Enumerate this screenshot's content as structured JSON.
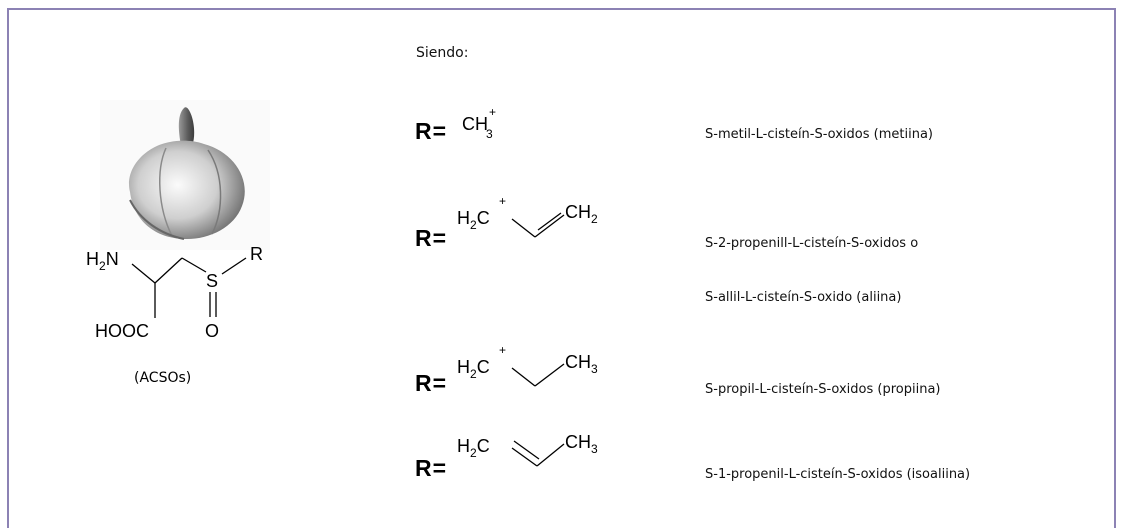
{
  "heading": "Siendo:",
  "acso_caption": "(ACSOs)",
  "core_structure": {
    "amine": [
      "H",
      "2",
      "N"
    ],
    "acid": "HOOC",
    "sulfur": "S",
    "oxygen": "O",
    "r_group": "R"
  },
  "r_prefix": "R=",
  "substituents": [
    {
      "name": "S-metil-L-cisteín-S-oxidos (metiina)"
    },
    {
      "name": "S-2-propenill-L-cisteín-S-oxidos o",
      "name_line2": "S-allil-L-cisteín-S-oxido (aliina)"
    },
    {
      "name": "S-propil-L-cisteín-S-oxidos (propiina)"
    },
    {
      "name": "S-1-propenil-L-cisteín-S-oxidos (isoaliina)"
    }
  ],
  "formula_text": {
    "ch3": [
      "CH",
      "3",
      "+"
    ],
    "h2c": [
      "H",
      "2",
      "C",
      "+"
    ],
    "ch2": [
      "CH",
      "2"
    ],
    "ch3_end": [
      "CH",
      "3"
    ]
  }
}
